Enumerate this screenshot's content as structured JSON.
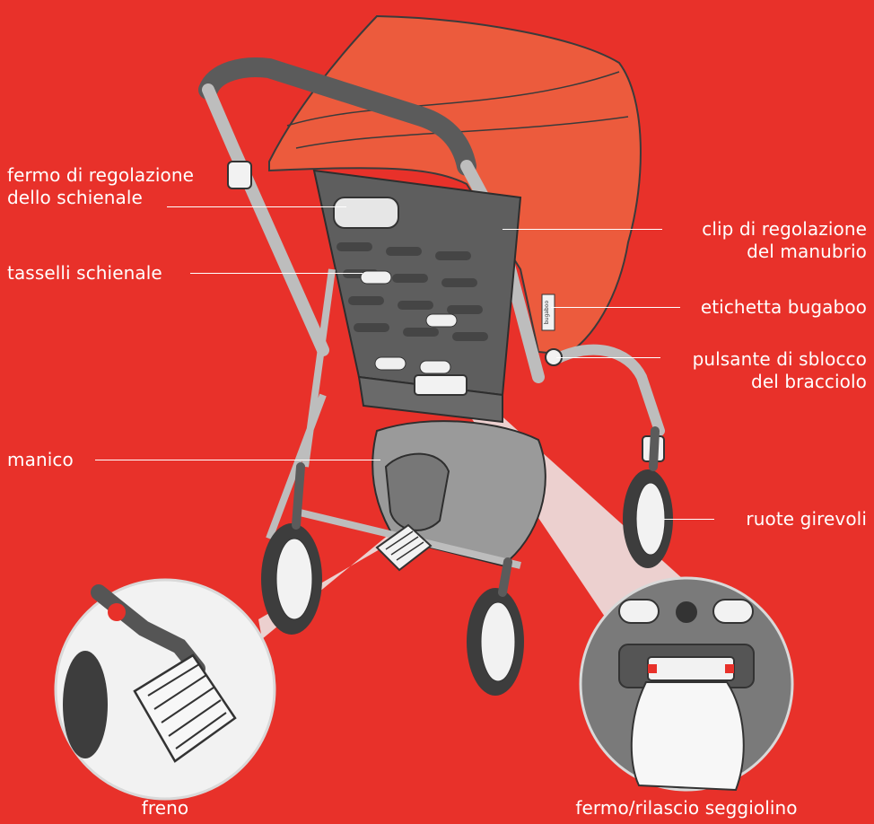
{
  "background_color": "#e8312a",
  "labels": {
    "backrest_lock": "fermo di regolazione\ndello schienale",
    "backrest_tabs": "tasselli schienale",
    "handle": "manico",
    "brake": "freno",
    "handlebar_clip": "clip di regolazione\ndel manubrio",
    "bugaboo_tag": "etichetta bugaboo",
    "armrest_release": "pulsante di sblocco\ndel bracciolo",
    "swivel_wheels": "ruote girevoli",
    "seat_release": "fermo/rilascio seggiolino"
  },
  "product_tag_text": "bugaboo"
}
